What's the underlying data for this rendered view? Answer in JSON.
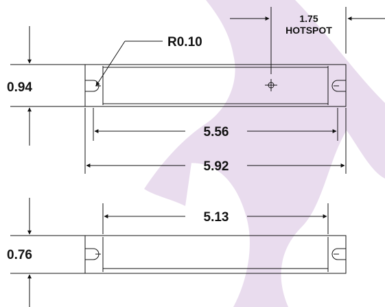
{
  "dimensions": {
    "hotspot_value": "1.75",
    "hotspot_label": "HOTSPOT",
    "radius_label": "R0.10",
    "top_height": "0.94",
    "top_inner_length": "5.56",
    "top_overall_length": "5.92",
    "bottom_length": "5.13",
    "bottom_height": "0.76"
  },
  "colors": {
    "line": "#111111",
    "watermark": "#e9dcee"
  }
}
